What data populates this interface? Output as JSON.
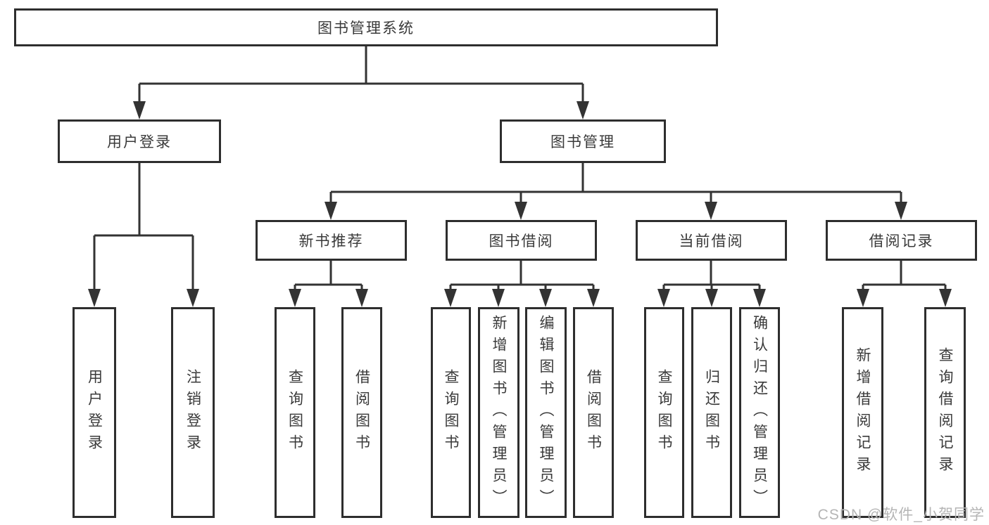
{
  "diagram": {
    "title": "图书管理系统",
    "branches": [
      {
        "label": "用户登录",
        "children": [
          {
            "label": "用户登录"
          },
          {
            "label": "注销登录"
          }
        ]
      },
      {
        "label": "图书管理",
        "children": [
          {
            "label": "新书推荐",
            "children": [
              {
                "label": "查询图书"
              },
              {
                "label": "借阅图书"
              }
            ]
          },
          {
            "label": "图书借阅",
            "children": [
              {
                "label": "查询图书"
              },
              {
                "label": "新增图书（管理员）"
              },
              {
                "label": "编辑图书（管理员）"
              },
              {
                "label": "借阅图书"
              }
            ]
          },
          {
            "label": "当前借阅",
            "children": [
              {
                "label": "查询图书"
              },
              {
                "label": "归还图书"
              },
              {
                "label": "确认归还（管理员）"
              }
            ]
          },
          {
            "label": "借阅记录",
            "children": [
              {
                "label": "新增借阅记录"
              },
              {
                "label": "查询借阅记录"
              }
            ]
          }
        ]
      }
    ]
  },
  "watermark": {
    "text": "CSDN @软件_小贺同学"
  },
  "colors": {
    "line": "#333333",
    "border": "#2e2e2e",
    "text": "#3a3a3a",
    "watermark": "#b5b5b5",
    "background": "#ffffff"
  }
}
